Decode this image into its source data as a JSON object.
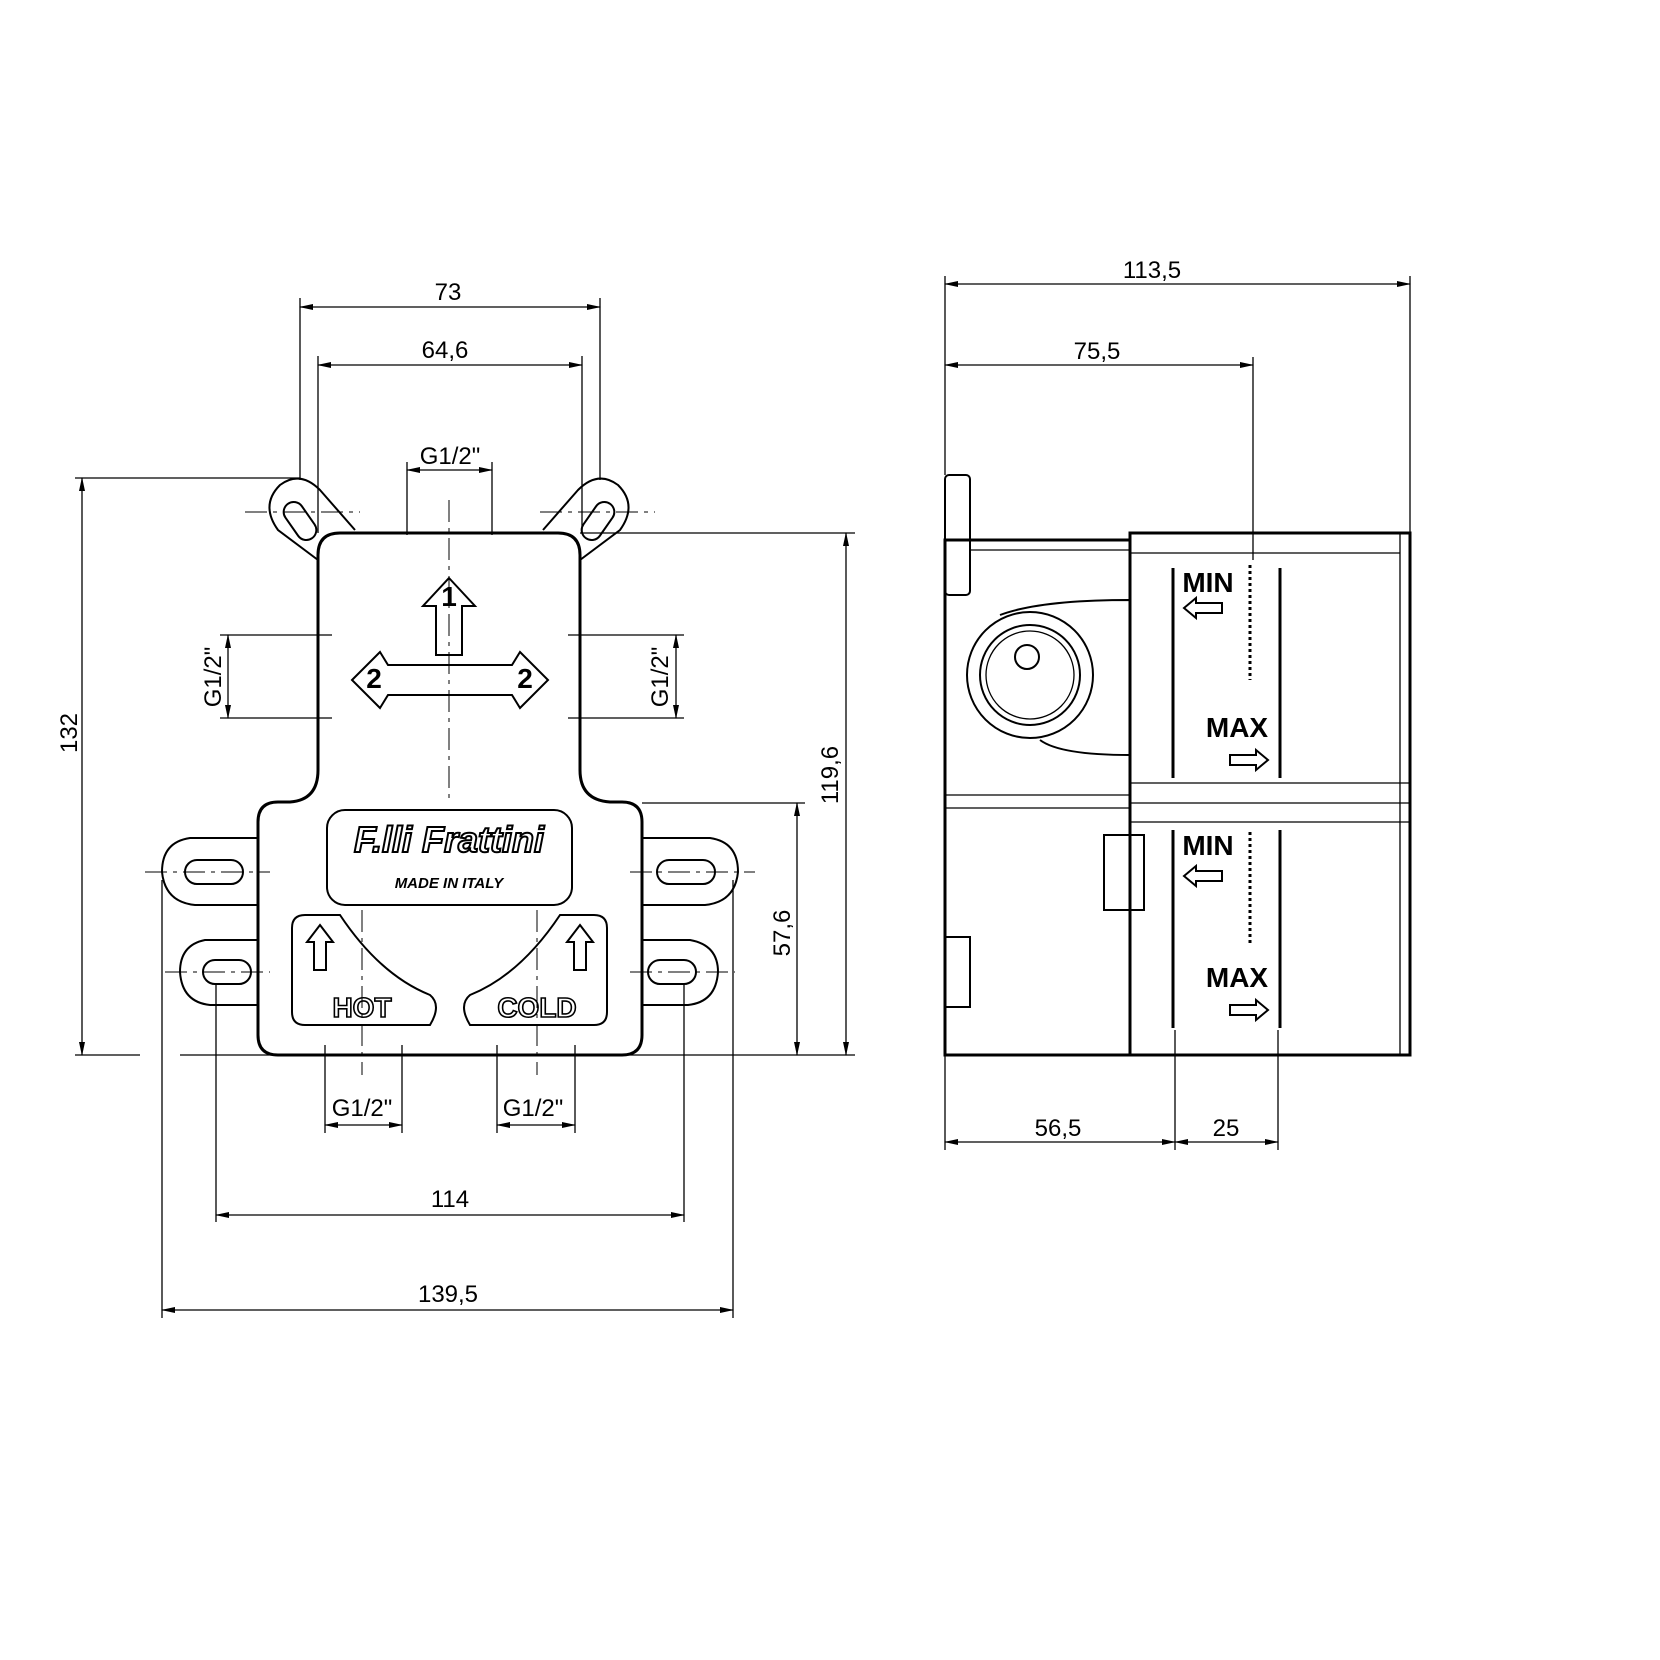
{
  "front_view": {
    "dimensions": {
      "width_ears": "73",
      "width_body_top": "64,6",
      "outlet_top": "G1/2\"",
      "height_total": "132",
      "height_body": "119,6",
      "height_lower": "57,6",
      "outlet_left": "G1/2\"",
      "outlet_right": "G1/2\"",
      "inlet_hot": "G1/2\"",
      "inlet_cold": "G1/2\"",
      "mount_spacing": "114",
      "width_total": "139,5"
    },
    "labels": {
      "brand": "F.lli Frattini",
      "origin": "MADE IN ITALY",
      "hot": "HOT",
      "cold": "COLD",
      "arrow_up": "1",
      "arrow_left": "2",
      "arrow_right": "2"
    }
  },
  "side_view": {
    "dimensions": {
      "depth_total": "113,5",
      "depth_to_mark": "75,5",
      "wall_min": "56,5",
      "range": "25"
    },
    "labels": {
      "min_top": "MIN",
      "max_top": "MAX",
      "min_bottom": "MIN",
      "max_bottom": "MAX"
    }
  }
}
